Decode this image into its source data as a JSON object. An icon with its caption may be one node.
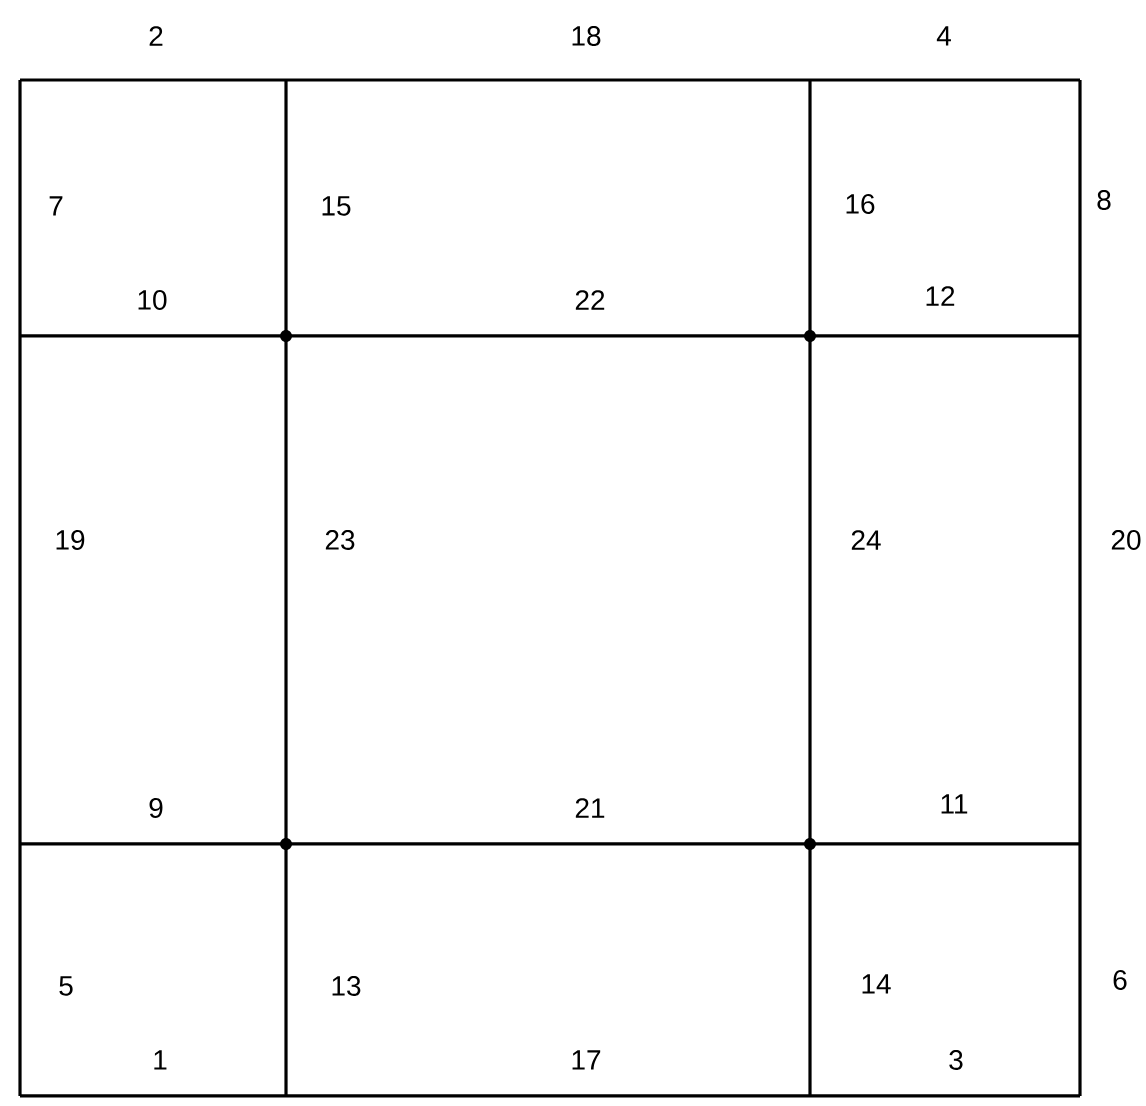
{
  "diagram": {
    "labels": [
      "2",
      "18",
      "4",
      "7",
      "15",
      "16",
      "8",
      "10",
      "22",
      "12",
      "19",
      "23",
      "24",
      "20",
      "9",
      "21",
      "11",
      "5",
      "13",
      "14",
      "6",
      "1",
      "17",
      "3"
    ]
  }
}
